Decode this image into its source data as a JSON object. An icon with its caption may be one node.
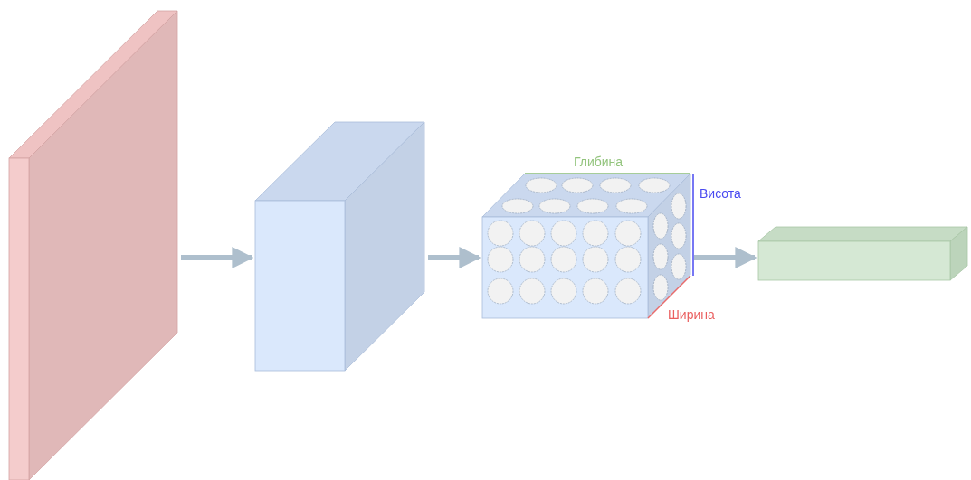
{
  "diagram": {
    "nodes": [
      {
        "text": [],
        "shape": "box"
      },
      {
        "text": [],
        "shape": "box"
      },
      {
        "text": [],
        "shape": "box"
      },
      {
        "text": [],
        "shape": "box"
      }
    ],
    "edges": [
      {
        "from": 0,
        "to": 1,
        "arrow": "to"
      },
      {
        "from": 1,
        "to": 2,
        "arrow": "to"
      },
      {
        "from": 2,
        "to": 3,
        "arrow": "to"
      }
    ],
    "labels": [
      "Глибина",
      "Висота",
      "Ширина"
    ]
  }
}
